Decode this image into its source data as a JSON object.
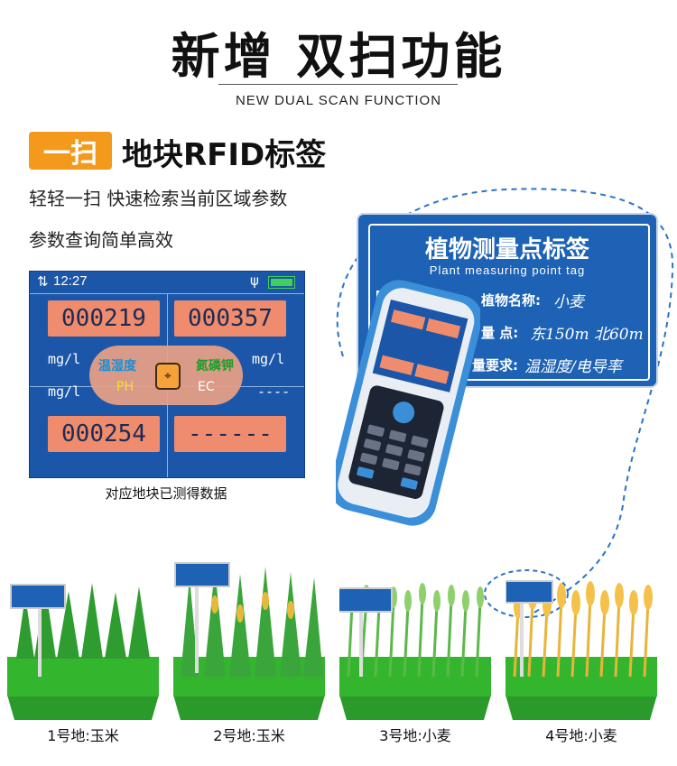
{
  "header": {
    "title": "新增 双扫功能",
    "subtitle": "NEW DUAL SCAN FUNCTION"
  },
  "section": {
    "badge": "一扫",
    "heading": "地块RFID标签",
    "desc_line1": "轻轻一扫  快速检索当前区域参数",
    "desc_line2": "参数查询简单高效"
  },
  "screen": {
    "time": "12:27",
    "values": [
      "000219",
      "000357",
      "000254",
      "------"
    ],
    "units_left": [
      "mg/l",
      "mg/l"
    ],
    "units_right": [
      "mg/l",
      "----"
    ],
    "center_labels": [
      "温湿度",
      "氮磷钾",
      "PH",
      "EC"
    ],
    "caption": "对应地块已测得数据"
  },
  "tag": {
    "title": "植物测量点标签",
    "subtitle": "Plant measuring point tag",
    "rows": [
      {
        "label": "植物名称:",
        "value": "小麦"
      },
      {
        "label": "量    点:",
        "value": "东150m 北60m"
      },
      {
        "label": "量要求:",
        "value": "温湿度/电导率"
      }
    ]
  },
  "fields": [
    {
      "label": "1号地:玉米"
    },
    {
      "label": "2号地:玉米"
    },
    {
      "label": "3号地:小麦"
    },
    {
      "label": "4号地:小麦"
    }
  ],
  "colors": {
    "accent_orange": "#f39a1c",
    "screen_blue": "#1c56a8",
    "value_salmon": "#ef8c6d",
    "tag_blue": "#1d62b4",
    "grass_green": "#34b52e"
  }
}
